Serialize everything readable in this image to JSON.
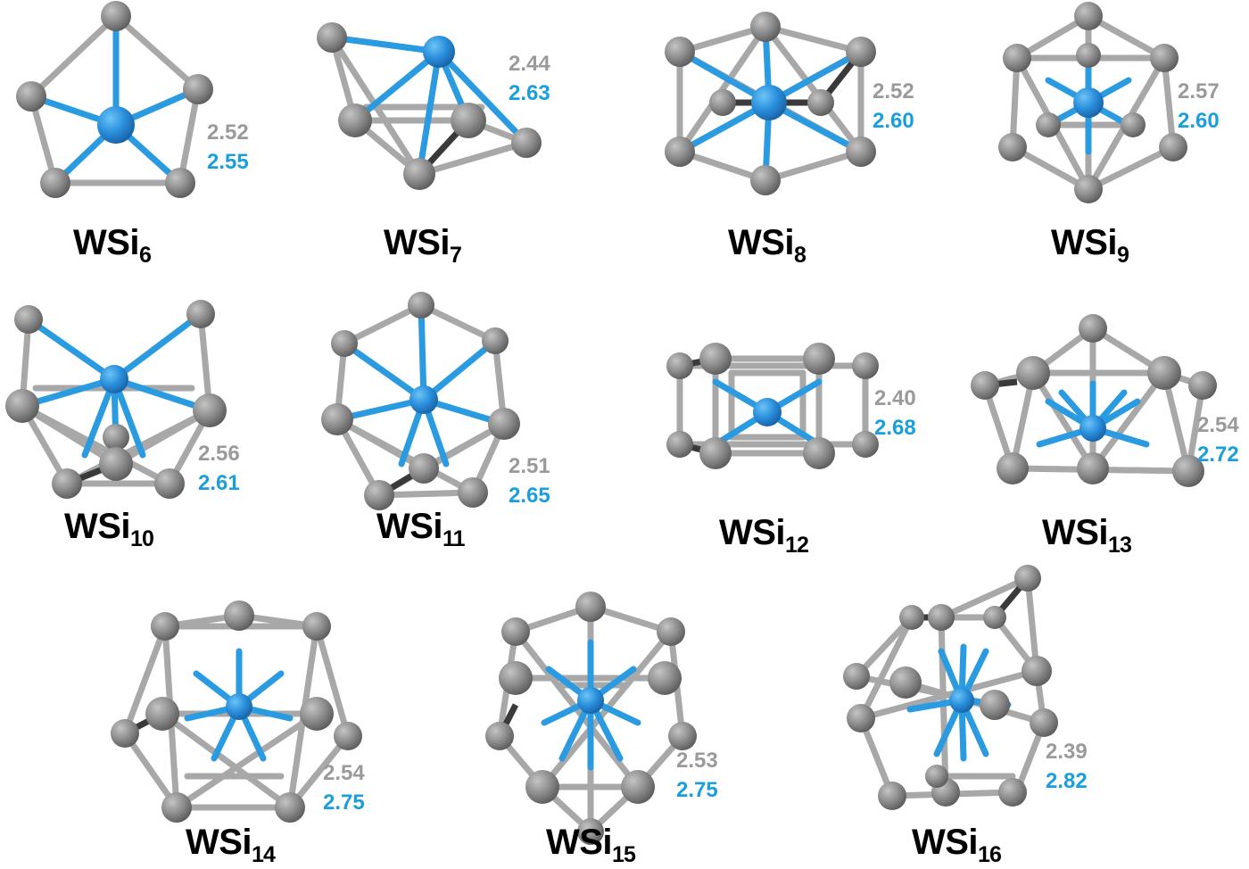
{
  "figure": {
    "description": "Ground-state structures of WSi_n clusters (n = 6–16) with average bond lengths",
    "colors": {
      "si_atom": "#8c8c8c",
      "w_atom": "#2a8fdc",
      "si_si_bond_label": "#9a9a9a",
      "w_si_bond_label": "#1a9fde"
    },
    "clusters": [
      {
        "formula_base": "WSi",
        "subscript": "6",
        "si_si": "2.52",
        "w_si": "2.55"
      },
      {
        "formula_base": "WSi",
        "subscript": "7",
        "si_si": "2.44",
        "w_si": "2.63"
      },
      {
        "formula_base": "WSi",
        "subscript": "8",
        "si_si": "2.52",
        "w_si": "2.60"
      },
      {
        "formula_base": "WSi",
        "subscript": "9",
        "si_si": "2.57",
        "w_si": "2.60"
      },
      {
        "formula_base": "WSi",
        "subscript": "10",
        "si_si": "2.56",
        "w_si": "2.61"
      },
      {
        "formula_base": "WSi",
        "subscript": "11",
        "si_si": "2.51",
        "w_si": "2.65"
      },
      {
        "formula_base": "WSi",
        "subscript": "12",
        "si_si": "2.40",
        "w_si": "2.68"
      },
      {
        "formula_base": "WSi",
        "subscript": "13",
        "si_si": "2.54",
        "w_si": "2.72"
      },
      {
        "formula_base": "WSi",
        "subscript": "14",
        "si_si": "2.54",
        "w_si": "2.75"
      },
      {
        "formula_base": "WSi",
        "subscript": "15",
        "si_si": "2.53",
        "w_si": "2.75"
      },
      {
        "formula_base": "WSi",
        "subscript": "16",
        "si_si": "2.39",
        "w_si": "2.82"
      }
    ]
  }
}
